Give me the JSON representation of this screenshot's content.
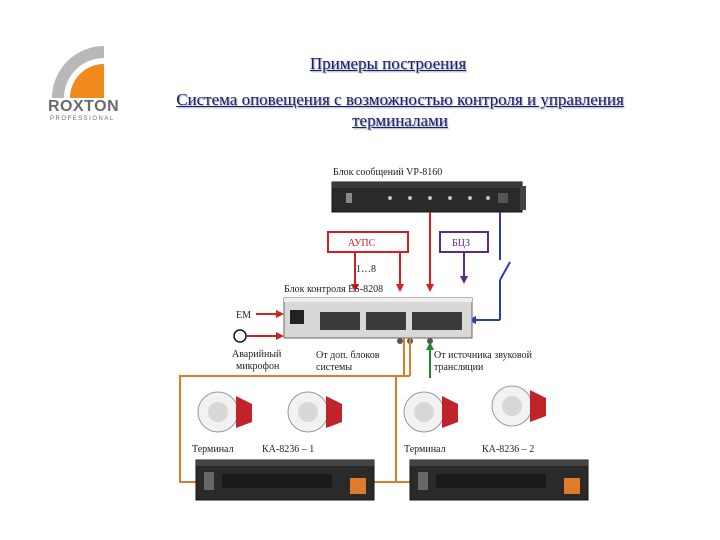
{
  "logo": {
    "brand": "ROXTON",
    "sub": "PROFESSIONAL"
  },
  "title": "Примеры построения",
  "subtitle": "Система оповещения с возможностью контроля и управления терминалами",
  "labels": {
    "message_block": "Блок сообщений VP-8160",
    "aups_box": "АУПС",
    "bcz_box": "БЦЗ",
    "range": "1…8",
    "control_block": "Блок контроля ES-8208",
    "em": "EM",
    "emergency_mic_1": "Аварийный",
    "emergency_mic_2": "микрофон",
    "from_control_1": "От доп. блоков",
    "from_control_2": "системы",
    "from_source_1": "От источника звуковой",
    "from_source_2": "трансляции",
    "terminal_1": "Терминал",
    "terminal_1_model": "КА-8236 – 1",
    "terminal_2": "Терминал",
    "terminal_2_model": "КА-8236 – 2"
  },
  "colors": {
    "red": "#d42020",
    "purple": "#5b2a86",
    "blue": "#2a3ab8",
    "green": "#1e8a2a",
    "orange": "#e07b2a",
    "logo_orange": "#f08a1c"
  }
}
